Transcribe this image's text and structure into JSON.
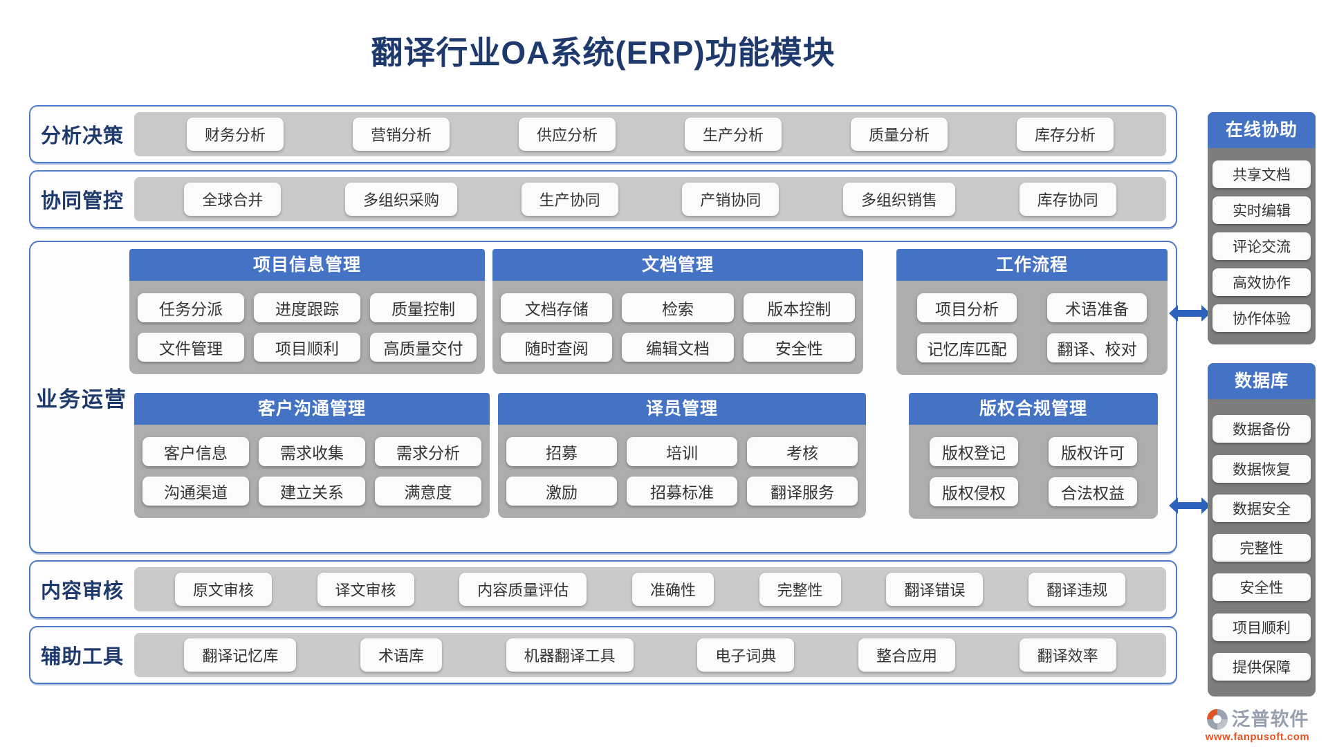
{
  "title": "翻译行业OA系统(ERP)功能模块",
  "colors": {
    "accent_blue": "#4472c4",
    "navy_text": "#1e3a6d",
    "track_gray": "#cacaca",
    "panel_gray": "#adadad",
    "sidebar_gray": "#7d7d7d",
    "arrow_blue": "#2f62be",
    "brand_orange": "#e2531f"
  },
  "bands": {
    "analysis": {
      "label": "分析决策",
      "items": [
        "财务分析",
        "营销分析",
        "供应分析",
        "生产分析",
        "质量分析",
        "库存分析"
      ]
    },
    "synergy": {
      "label": "协同管控",
      "items": [
        "全球合并",
        "多组织采购",
        "生产协同",
        "产销协同",
        "多组织销售",
        "库存协同"
      ]
    },
    "review": {
      "label": "内容审核",
      "items": [
        "原文审核",
        "译文审核",
        "内容质量评估",
        "准确性",
        "完整性",
        "翻译错误",
        "翻译违规"
      ]
    },
    "tools": {
      "label": "辅助工具",
      "items": [
        "翻译记忆库",
        "术语库",
        "机器翻译工具",
        "电子词典",
        "整合应用",
        "翻译效率"
      ]
    }
  },
  "business": {
    "label": "业务运营",
    "panels": [
      {
        "title": "项目信息管理",
        "rows": [
          [
            "任务分派",
            "进度跟踪",
            "质量控制"
          ],
          [
            "文件管理",
            "项目顺利",
            "高质量交付"
          ]
        ]
      },
      {
        "title": "文档管理",
        "rows": [
          [
            "文档存储",
            "检索",
            "版本控制"
          ],
          [
            "随时查阅",
            "编辑文档",
            "安全性"
          ]
        ]
      },
      {
        "title": "工作流程",
        "rows": [
          [
            "项目分析",
            "术语准备"
          ],
          [
            "记忆库匹配",
            "翻译、校对"
          ]
        ]
      },
      {
        "title": "客户沟通管理",
        "rows": [
          [
            "客户信息",
            "需求收集",
            "需求分析"
          ],
          [
            "沟通渠道",
            "建立关系",
            "满意度"
          ]
        ]
      },
      {
        "title": "译员管理",
        "rows": [
          [
            "招募",
            "培训",
            "考核"
          ],
          [
            "激励",
            "招募标准",
            "翻译服务"
          ]
        ]
      },
      {
        "title": "版权合规管理",
        "rows": [
          [
            "版权登记",
            "版权许可"
          ],
          [
            "版权侵权",
            "合法权益"
          ]
        ]
      }
    ]
  },
  "sidebar": {
    "online": {
      "title": "在线协助",
      "items": [
        "共享文档",
        "实时编辑",
        "评论交流",
        "高效协作",
        "协作体验"
      ]
    },
    "database": {
      "title": "数据库",
      "items": [
        "数据备份",
        "数据恢复",
        "数据安全",
        "完整性",
        "安全性",
        "项目顺利",
        "提供保障"
      ]
    }
  },
  "footer": {
    "brand": "泛普软件",
    "url": "www.fanpusoft.com"
  }
}
